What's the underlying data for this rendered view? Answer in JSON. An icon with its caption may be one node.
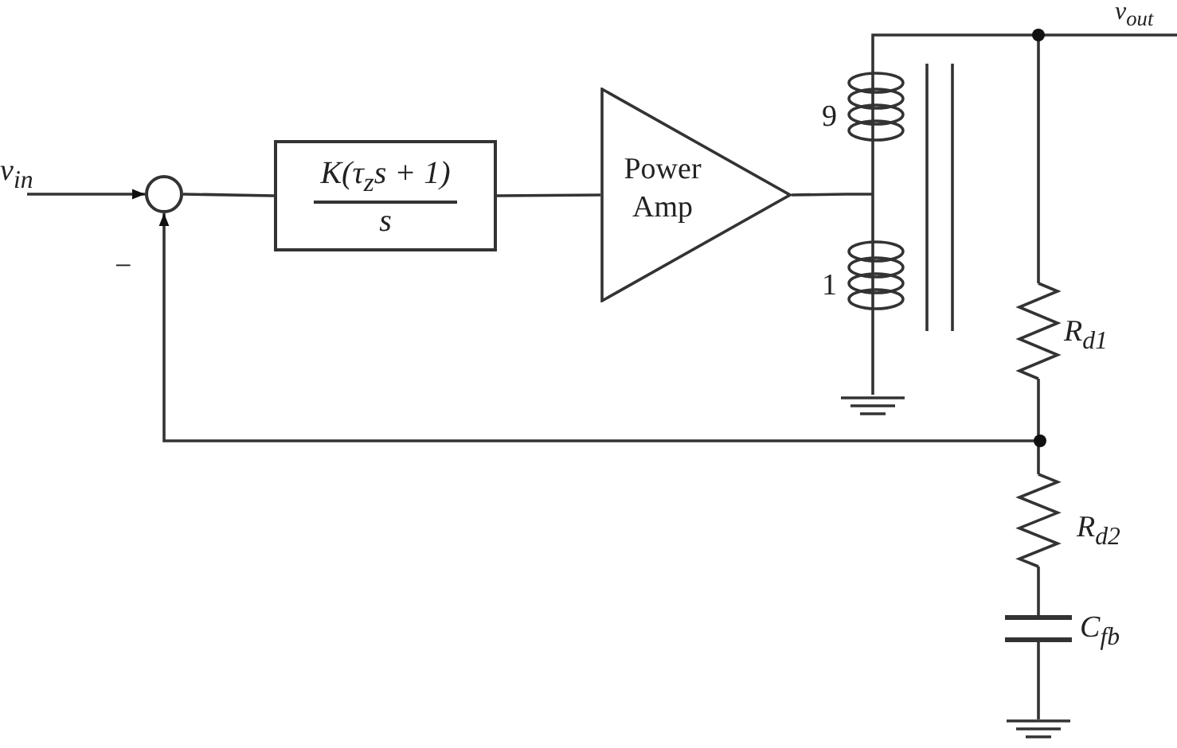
{
  "diagram": {
    "nodes": [
      {
        "text": [
          "v$_{in}$"
        ]
      },
      {
        "text": [],
        "shape": "circle"
      },
      {
        "text": [
          "K(τ$_{z}$s + 1)",
          "s"
        ]
      },
      {
        "text": [
          "Power Amp"
        ]
      },
      {
        "text": [],
        "shape": "picture"
      }
    ],
    "edges": [
      {
        "from": 0,
        "to": 1,
        "arrow": "to"
      },
      {
        "from": 1,
        "to": 2,
        "arrow": "none"
      },
      {
        "from": 2,
        "to": 3,
        "arrow": "none"
      },
      {
        "from": 3,
        "to": 4,
        "arrow": "none"
      },
      {
        "from": 4,
        "to": 1,
        "arrow": "to"
      }
    ],
    "labels": [
      "−",
      "9",
      "1",
      "v$_{out}$",
      "R$_{d1}$",
      "R$_{d2}$",
      "C$_{fb}$"
    ]
  }
}
